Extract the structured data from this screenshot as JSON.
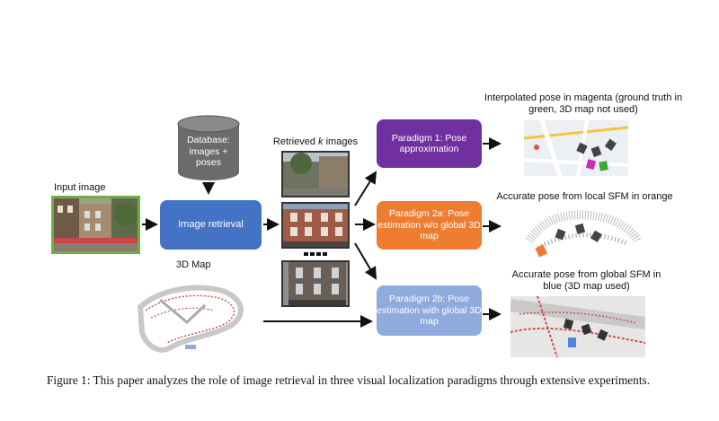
{
  "figure": {
    "input_label": "Input image",
    "database_label": "Database: images + poses",
    "retrieval_label": "Image retrieval",
    "retrieved_label_prefix": "Retrieved ",
    "retrieved_label_k": "k",
    "retrieved_label_suffix": " images",
    "map3d_label": "3D Map",
    "paradigm1": "Paradigm 1: Pose approximation",
    "paradigm2a": "Paradigm 2a: Pose estimation w/o global 3D map",
    "paradigm2b": "Paradigm 2b: Pose estimation with global 3D map",
    "result1": "Interpolated pose in magenta (ground truth in green, 3D map not used)",
    "result2a": "Accurate pose from local SFM in orange",
    "result2b": "Accurate pose from global SFM in blue (3D map used)",
    "colors": {
      "db": "#6b6b6b",
      "retrieval": "#4472c4",
      "paradigm1": "#7030a0",
      "paradigm2a": "#ed7d31",
      "paradigm2b": "#8faadc",
      "input_border": "#70ad47"
    }
  },
  "caption": "Figure 1: This paper analyzes the role of image retrieval in three visual localization paradigms through extensive experiments."
}
